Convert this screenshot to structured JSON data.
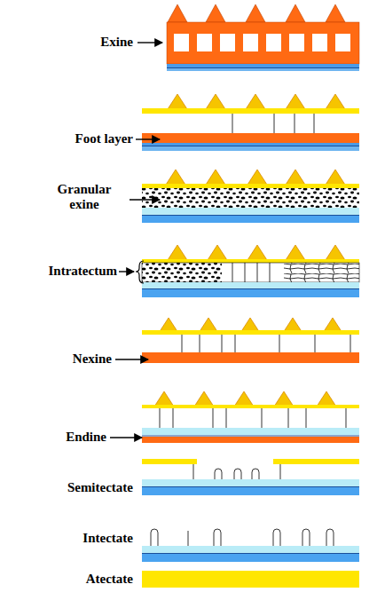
{
  "diagram": {
    "labels": [
      "Exine",
      "Foot layer",
      "Granular exine",
      "Intratectum",
      "Nexine",
      "Endine",
      "Semitectate",
      "Intectate",
      "Atectate"
    ]
  }
}
